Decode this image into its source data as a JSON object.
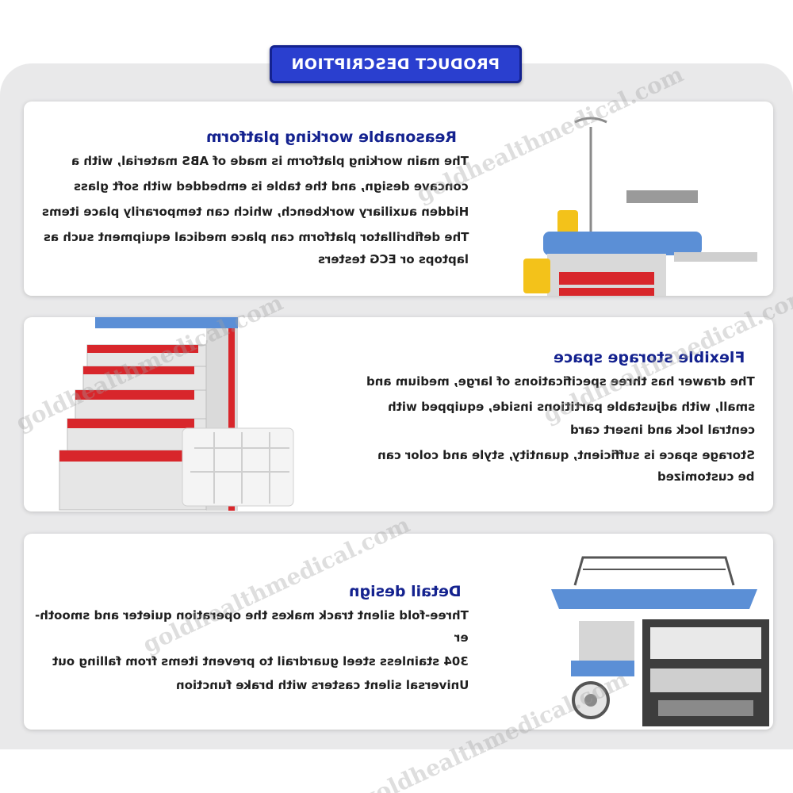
{
  "header": {
    "title": "PRODUCT DESCRIPTION"
  },
  "sections": [
    {
      "title": "Reasonable working platform",
      "lines": [
        "The main working platform is made of ABS material, with a",
        "concave design, and the table is embedded with soft glass",
        "Hidden auxiliary workbench, which can temporarily place items",
        "The defibrillator platform can place medical equipment such as",
        "laptops or ECG testers"
      ]
    },
    {
      "title": "Flexible storage space",
      "lines": [
        "The drawer has three specifications of large, medium and",
        "small, with adjustable partitions inside, equipped with",
        "central lock and insert card",
        "Storage space is sufficient, quantity, style and color can",
        "be customized"
      ]
    },
    {
      "title": "Detail design",
      "lines": [
        "Three-fold silent track makes the operation quieter and smooth-",
        "er",
        "304 stainless steel guardrail to prevent items from falling out",
        "Universal silent casters with brake function"
      ]
    }
  ],
  "watermark": "goldhealthmedical.com",
  "colors": {
    "accent": "#2a3fcf",
    "title": "#14228f",
    "drawer_red": "#d8262b",
    "panel_blue": "#5b8fd6"
  }
}
